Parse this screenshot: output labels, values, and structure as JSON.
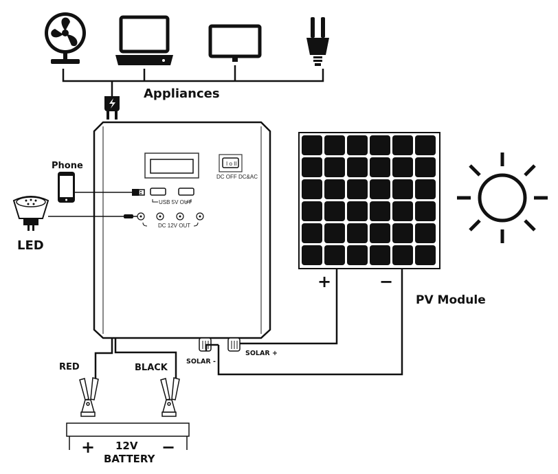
{
  "labels": {
    "appliances": "Appliances",
    "phone": "Phone",
    "led": "LED",
    "pv_module": "PV Module",
    "pv_plus": "+",
    "pv_minus": "−",
    "solar_minus": "SOLAR -",
    "solar_plus": "SOLAR +",
    "red": "RED",
    "black": "BLACK",
    "battery_plus": "+",
    "battery_minus": "−",
    "battery_voltage": "12V",
    "battery": "BATTERY"
  },
  "controller": {
    "switch_label": "DC  OFF  DC&AC",
    "usb_label": "USB 5V OUT",
    "dc_label": "DC  12V OUT"
  },
  "appliance_icons": [
    "fan-icon",
    "laptop-icon",
    "monitor-icon",
    "plug-icon"
  ],
  "colors": {
    "line": "#111111",
    "background": "#ffffff"
  }
}
